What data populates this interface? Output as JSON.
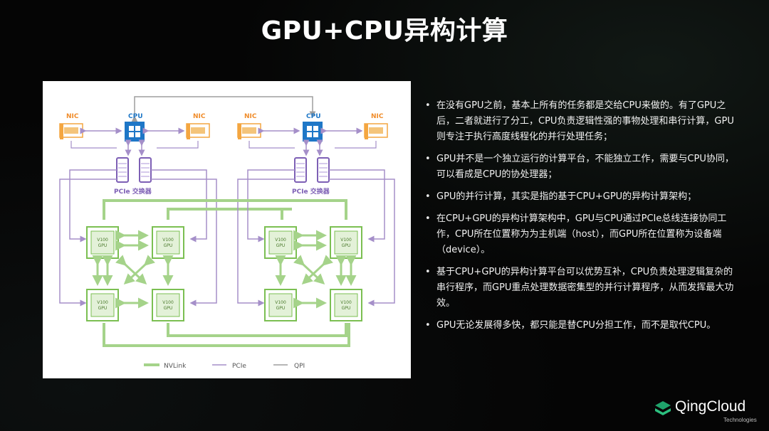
{
  "title": "GPU+CPU异构计算",
  "diagram": {
    "nic_label": "NIC",
    "cpu_label": "CPU",
    "pcie_switch_label": "PCIe 交换器",
    "gpu_label_line1": "V100",
    "gpu_label_line2": "GPU",
    "legend": {
      "nvlink": "NVLink",
      "pcie": "PCIe",
      "qpi": "QPI"
    },
    "colors": {
      "nvlink": "#a5d38a",
      "pcie": "#a58fc9",
      "qpi": "#9e9e9e",
      "cpu": "#1e77c7",
      "nic": "#f4a640",
      "gpu": "#7bbf52"
    }
  },
  "bullets": [
    "在没有GPU之前，基本上所有的任务都是交给CPU来做的。有了GPU之后，二者就进行了分工，CPU负责逻辑性强的事物处理和串行计算，GPU则专注于执行高度线程化的并行处理任务；",
    "GPU并不是一个独立运行的计算平台，不能独立工作，需要与CPU协同，可以看成是CPU的协处理器；",
    "GPU的并行计算，其实是指的基于CPU+GPU的异构计算架构；",
    "在CPU+GPU的异构计算架构中，GPU与CPU通过PCIe总线连接协同工作，CPU所在位置称为为主机端（host），而GPU所在位置称为设备端（device）。",
    "基于CPU+GPU的异构计算平台可以优势互补，CPU负责处理逻辑复杂的串行程序，而GPU重点处理数据密集型的并行计算程序，从而发挥最大功效。",
    "GPU无论发展得多快，都只能是替CPU分担工作，而不是取代CPU。"
  ],
  "logo": {
    "name": "QingCloud",
    "tagline": "Technologies"
  }
}
